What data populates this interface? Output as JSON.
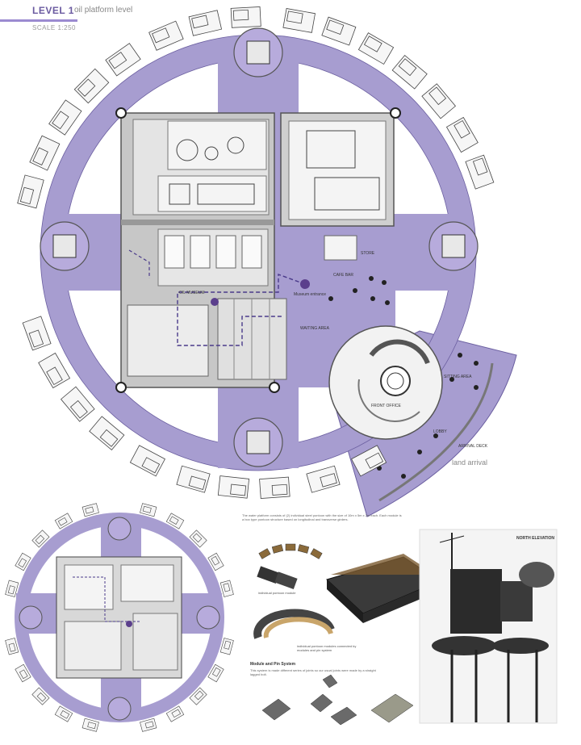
{
  "header": {
    "title": "LEVEL 1",
    "subtitle": "oil platform level",
    "scale": "SCALE 1:250"
  },
  "plan_labels": {
    "oil_museum": "OIL MUSEUM",
    "museum_entrance": "Museum entrance",
    "cafe_bar": "CAFE BAR",
    "store": "STORE",
    "waiting_area": "WAITING AREA",
    "sitting_area": "SITTING AREA",
    "front_office": "FRONT OFFICE",
    "lobby": "LOBBY",
    "arrival_deck": "ARRIVAL DECK",
    "land_arrival": "land arrival"
  },
  "panel": {
    "intro_text": "The water platform consists of (2) individual steel pontoon with the size of 10m x 5m x 2m each. Each module is a box type pontoon structure based on longitudinal and transverse girders.",
    "module_label_1": "individual pontoon module",
    "module_label_2": "individual pontoon modules connected by modules and pin system",
    "module_pin_title": "Module and Pin System",
    "module_pin_text": "This system is made different series of joints so our usual joints were made by a straight lagged bolt.",
    "north_elevation": "NORTH ELEVATION"
  },
  "colors": {
    "ring": "#a79dd0",
    "ring_stroke": "#6b5fa0",
    "core": "#c8c8c8",
    "room": "#f2f2f2",
    "accent_dot": "#5b3f8c"
  }
}
